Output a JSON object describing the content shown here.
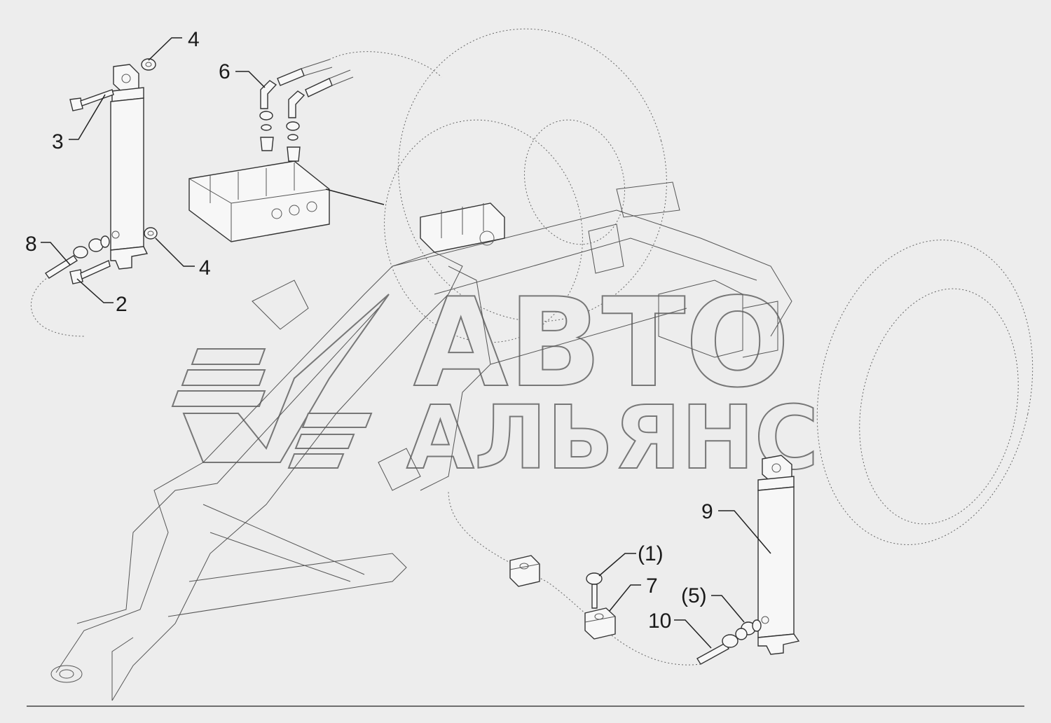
{
  "callouts": [
    {
      "id": "c4a",
      "text": "4"
    },
    {
      "id": "c6",
      "text": "6"
    },
    {
      "id": "c3",
      "text": "3"
    },
    {
      "id": "c8",
      "text": "8"
    },
    {
      "id": "c4b",
      "text": "4"
    },
    {
      "id": "c2",
      "text": "2"
    },
    {
      "id": "c9",
      "text": "9"
    },
    {
      "id": "c1",
      "text": "(1)"
    },
    {
      "id": "c7",
      "text": "7"
    },
    {
      "id": "c5",
      "text": "(5)"
    },
    {
      "id": "c10",
      "text": "10"
    }
  ],
  "watermark": {
    "line1": "АВТО",
    "line2": "АЛЬЯНС"
  },
  "colors": {
    "background": "#ededed",
    "ink": "#1a1a1a"
  }
}
